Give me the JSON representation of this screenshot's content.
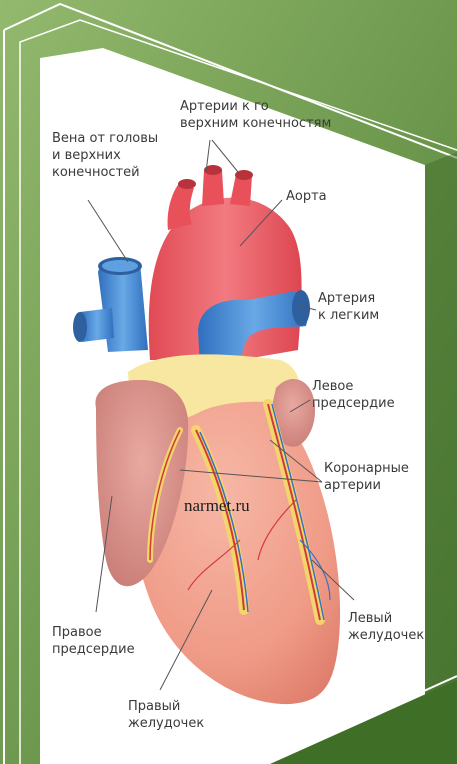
{
  "labels": {
    "vein_line1": "Вена от головы",
    "vein_line2": "и верхних",
    "vein_line3": "конечностей",
    "arteries_line1": "Артерии к го",
    "arteries_line2": "верхним конечностям",
    "aorta": "Аорта",
    "pulmonary_line1": "Артерия",
    "pulmonary_line2": "к легким",
    "left_atrium_line1": "Левое",
    "left_atrium_line2": "предсердие",
    "coronary_line1": "Коронарные",
    "coronary_line2": "артерии",
    "left_ventricle_line1": "Левый",
    "left_ventricle_line2": "желудочек",
    "right_atrium_line1": "Правое",
    "right_atrium_line2": "предсердие",
    "right_ventricle_line1": "Правый",
    "right_ventricle_line2": "желудочек"
  },
  "watermark": "narmet.ru",
  "colors": {
    "background_green": "#6f9a4f",
    "artery_red": "#e8505a",
    "vein_blue": "#3d86d0",
    "muscle": "#f19a86",
    "fat_yellow": "#f7e7a0"
  }
}
